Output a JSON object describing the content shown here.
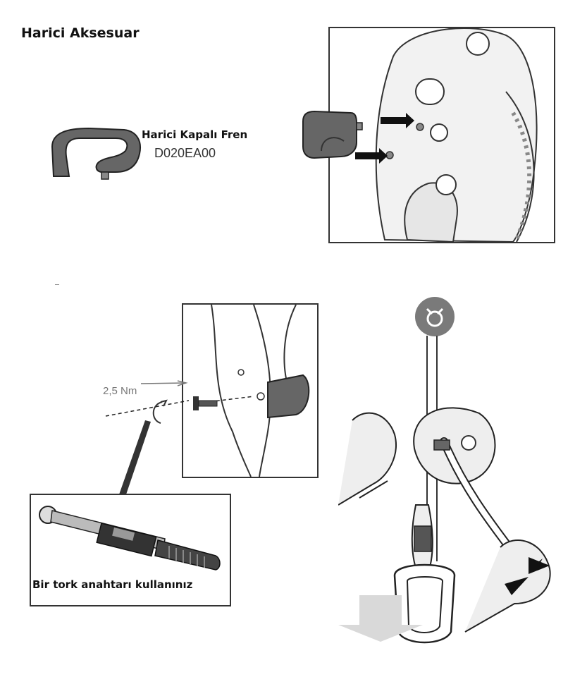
{
  "page": {
    "title": "Harici Aksesuar"
  },
  "accessory": {
    "name": "Harici Kapalı Fren",
    "code": "D020EA00"
  },
  "installation": {
    "torque_value": "2,5 Nm",
    "torque_note": "Bir tork anahtarı kullanınız"
  },
  "colors": {
    "part_fill": "#555555",
    "line": "#222222",
    "badge": "#7a7a7a",
    "arrow_down": "#d9d9d9"
  }
}
